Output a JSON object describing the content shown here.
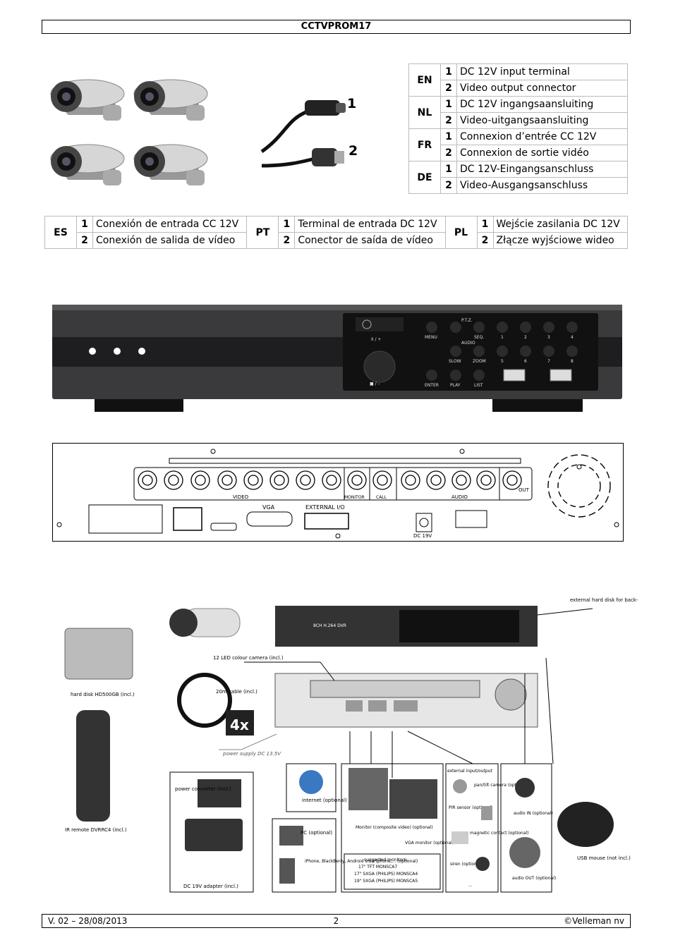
{
  "header": {
    "title": "CCTVPROM17"
  },
  "connector_labels": {
    "one": "1",
    "two": "2"
  },
  "lang_table_right": [
    {
      "code": "EN",
      "items": [
        {
          "num": "1",
          "text": "DC 12V input terminal"
        },
        {
          "num": "2",
          "text": "Video output connector"
        }
      ]
    },
    {
      "code": "NL",
      "items": [
        {
          "num": "1",
          "text": "DC 12V ingangsaansluiting"
        },
        {
          "num": "2",
          "text": "Video-uitgangsaansluiting"
        }
      ]
    },
    {
      "code": "FR",
      "items": [
        {
          "num": "1",
          "text": "Connexion d’entrée CC 12V"
        },
        {
          "num": "2",
          "text": "Connexion de sortie vidéo"
        }
      ]
    },
    {
      "code": "DE",
      "items": [
        {
          "num": "1",
          "text": "DC 12V-Eingangsanschluss"
        },
        {
          "num": "2",
          "text": "Video-Ausgangsanschluss"
        }
      ]
    }
  ],
  "lang_table_wide": [
    {
      "code": "ES",
      "items": [
        {
          "num": "1",
          "text": "Conexión de entrada CC 12V"
        },
        {
          "num": "2",
          "text": "Conexión de salida de vídeo"
        }
      ]
    },
    {
      "code": "PT",
      "items": [
        {
          "num": "1",
          "text": "Terminal de entrada DC 12V"
        },
        {
          "num": "2",
          "text": "Conector de saída de vídeo"
        }
      ]
    },
    {
      "code": "PL",
      "items": [
        {
          "num": "1",
          "text": "Wejście zasilania DC 12V"
        },
        {
          "num": "2",
          "text": "Złącze wyjściowe wideo"
        }
      ]
    }
  ],
  "front_panel": {
    "menu": "MENU",
    "ptz": "P.T.Z.",
    "seq": "SEQ.",
    "audio": "AUDIO",
    "slow": "SLOW",
    "zoom": "ZOOM",
    "enter": "ENTER",
    "play": "PLAY",
    "list": "LIST",
    "play_pause": "II / +",
    "stop_minus": "■ / –",
    "keys": [
      "1",
      "2",
      "3",
      "4",
      "5",
      "6",
      "7",
      "8"
    ]
  },
  "back_panel": {
    "video": "VIDEO",
    "monitor": "MONITOR",
    "call": "CALL",
    "audio": "AUDIO",
    "out": "OUT",
    "vga": "VGA",
    "external_io": "EXTERNAL I/O",
    "dc": "DC 19V"
  },
  "diagram": {
    "ext_hdd": "external hard disk for back-up (optional)",
    "dvr_label": "8CH H.264 DVR",
    "camera": "12 LED colour camera (incl.)",
    "hdd": "hard disk HD500GB (incl.)",
    "cable": "20m cable (incl.)",
    "four_x": "4x",
    "power_supply": "power supply DC 13.5V",
    "power_converter": "power converter (incl.)",
    "ir_remote": "IR remote DVRRC4 (incl.)",
    "adapter": "DC 19V adapter (incl.)",
    "internet": "internet (optional)",
    "pc": "PC (optional)",
    "smartphone": "iPhone, BlackBerry, Android smartphone,... (optional)",
    "monitor": "Monitor (composite video) (optional)",
    "vga_monitor": "VGA monitor (optional)",
    "suggested": "suggested monitors:",
    "mon1": "17\" TFT  MONSCA7",
    "mon2": "17\" SXGA (PHILIPS) MONSCA4",
    "mon3": "19\" SXGA (PHILIPS) MONSCA5",
    "ext_io": "external input/output",
    "pan_tilt": "pan/tilt camera (optional)",
    "pir": "PIR sensor (optional)",
    "magnetic": "magnetic contact (optional)",
    "siren": "siren (optional)",
    "ellipsis": "...",
    "audio_in": "audio IN (optional)",
    "audio_out": "audio OUT (optional)",
    "usb_mouse": "USB mouse (not incl.)"
  },
  "footer": {
    "version": "V. 02 – 28/08/2013",
    "page": "2",
    "copyright": "©Velleman nv"
  }
}
